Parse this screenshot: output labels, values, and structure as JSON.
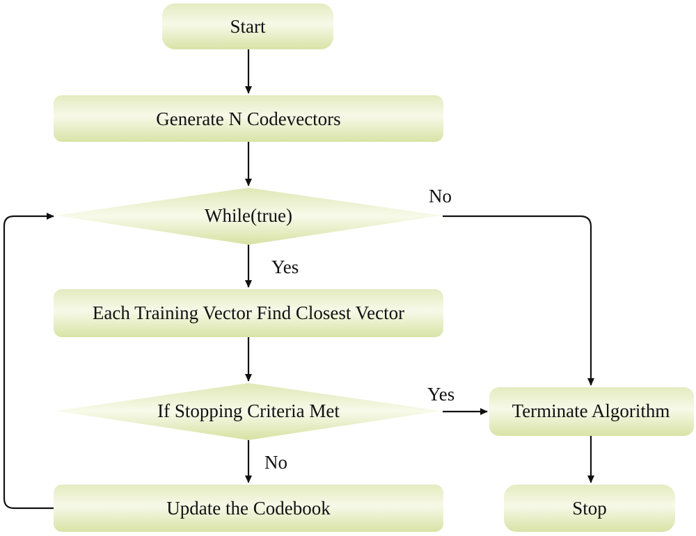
{
  "nodes": {
    "start": "Start",
    "generate": "Generate N Codevectors",
    "while": "While(true)",
    "find_closest": "Each Training Vector Find Closest Vector",
    "stopping": "If Stopping Criteria Met",
    "update": "Update the Codebook",
    "terminate": "Terminate Algorithm",
    "stop": "Stop"
  },
  "edges": {
    "while_no": "No",
    "while_yes": "Yes",
    "stopping_yes": "Yes",
    "stopping_no": "No"
  },
  "colors": {
    "fill_center": "#f6f8e4",
    "fill_edge": "#d9e4a8",
    "line": "#111111"
  }
}
